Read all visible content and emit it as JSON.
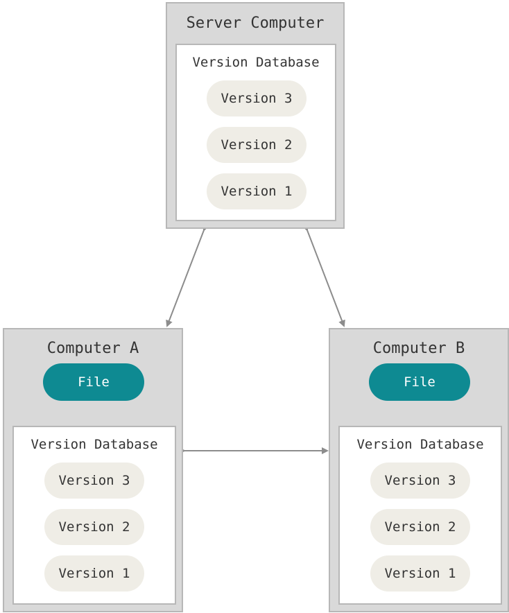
{
  "colors": {
    "box_fill": "#d9d9d9",
    "box_border": "#b7b7b7",
    "pill_fill": "#efede6",
    "file_fill": "#0e8a92",
    "arrow": "#8c8c8c",
    "text": "#333333"
  },
  "server": {
    "title": "Server Computer",
    "database_label": "Version Database",
    "versions": [
      "Version 3",
      "Version 2",
      "Version 1"
    ]
  },
  "computer_a": {
    "title": "Computer A",
    "file_label": "File",
    "database_label": "Version Database",
    "versions": [
      "Version 3",
      "Version 2",
      "Version 1"
    ]
  },
  "computer_b": {
    "title": "Computer B",
    "file_label": "File",
    "database_label": "Version Database",
    "versions": [
      "Version 3",
      "Version 2",
      "Version 1"
    ]
  }
}
